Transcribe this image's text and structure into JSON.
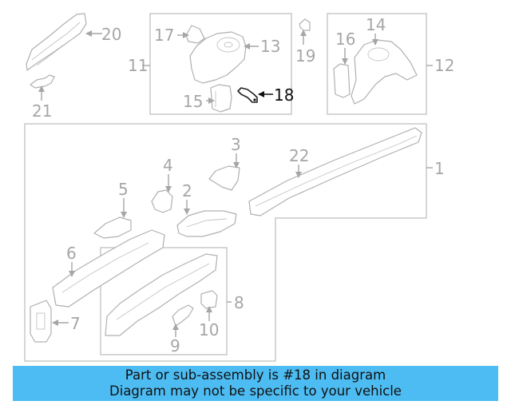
{
  "callouts": {
    "c1": "1",
    "c2": "2",
    "c3": "3",
    "c4": "4",
    "c5": "5",
    "c6": "6",
    "c7": "7",
    "c8": "8",
    "c9": "9",
    "c10": "10",
    "c11": "11",
    "c12": "12",
    "c13": "13",
    "c14": "14",
    "c15": "15",
    "c16": "16",
    "c17": "17",
    "c18": "18",
    "c19": "19",
    "c20": "20",
    "c21": "21",
    "c22": "22"
  },
  "highlight_callout": "18",
  "colors": {
    "banner": "#4dbcf2",
    "highlight": "#111111",
    "linework": "#b0b0b0"
  },
  "banner": {
    "line1": "Part or sub-assembly is #18 in diagram",
    "line2": "Diagram may not be specific to your vehicle"
  }
}
